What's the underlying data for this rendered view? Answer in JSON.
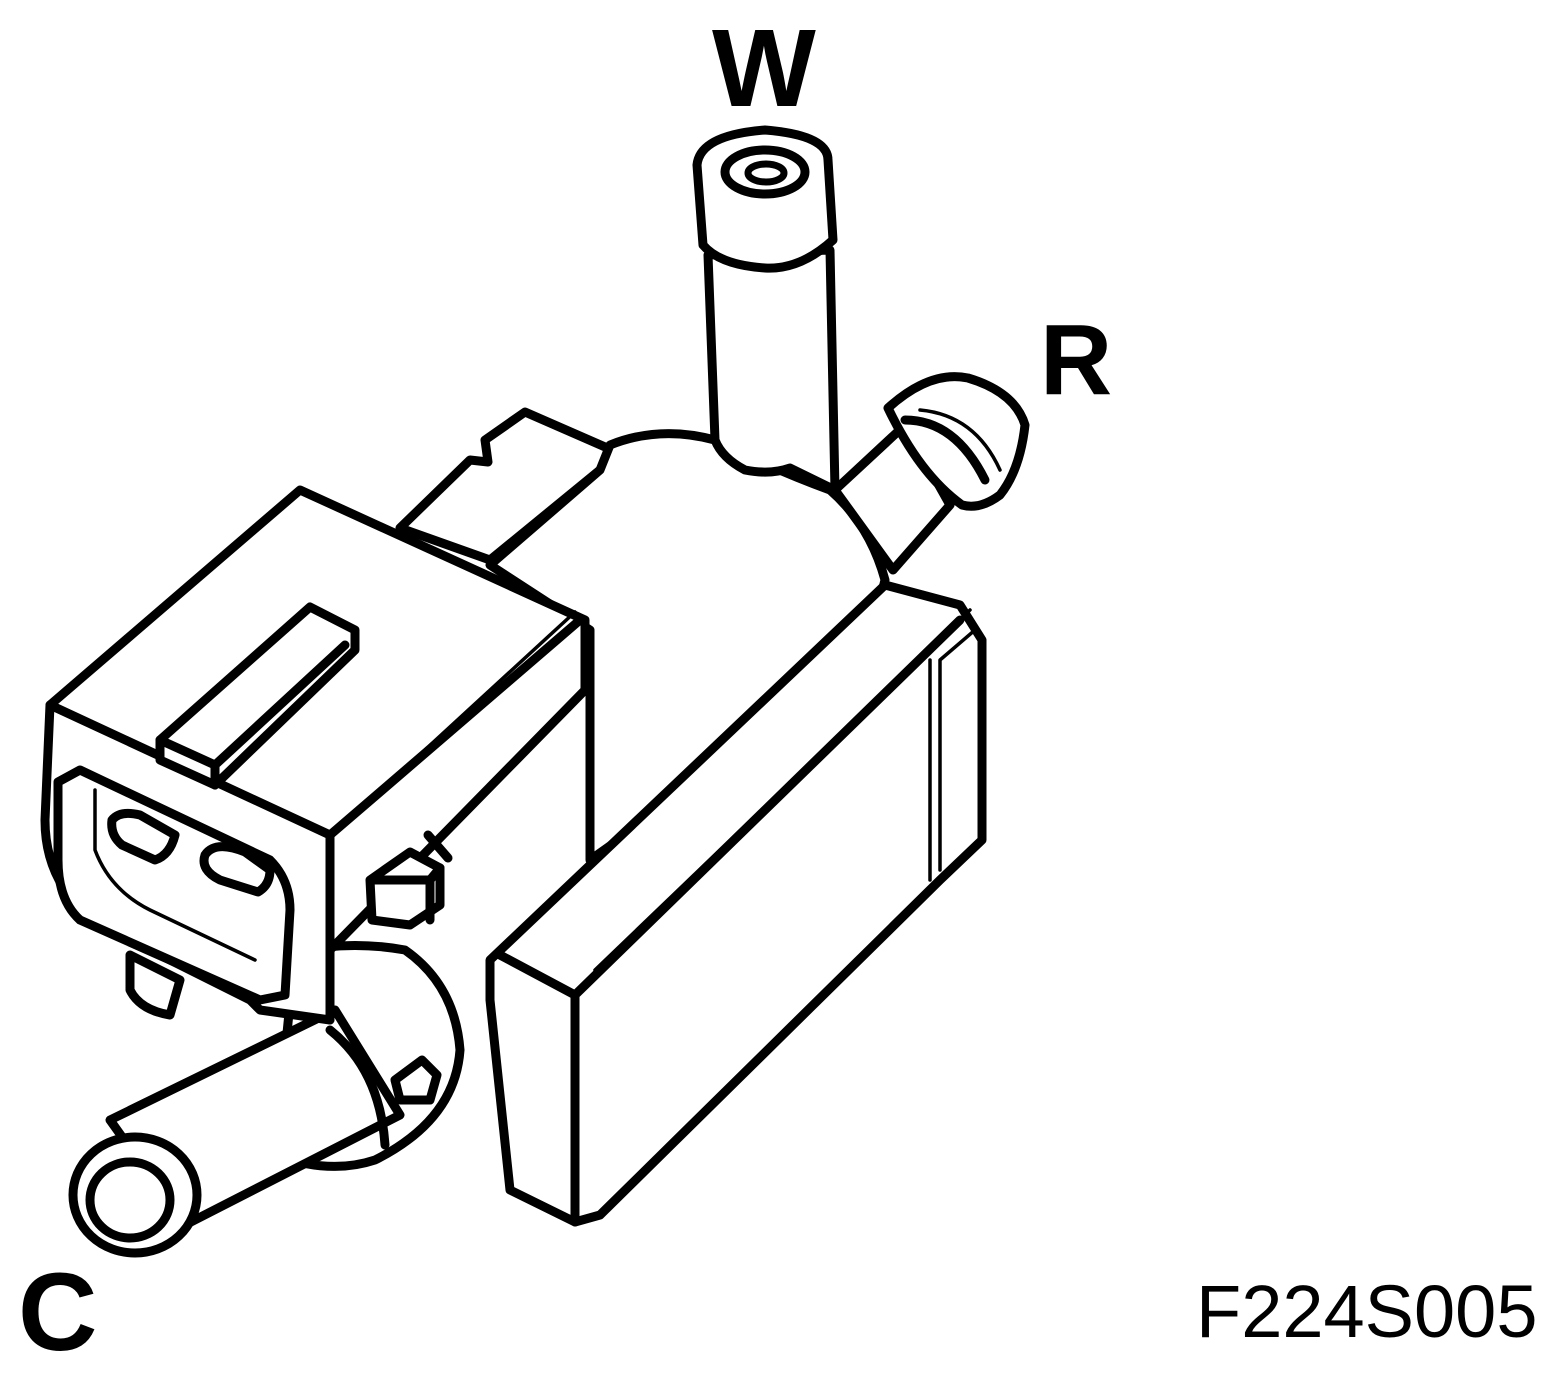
{
  "figure": {
    "code": "F224S005",
    "ports": {
      "w": "W",
      "r": "R",
      "c": "C"
    }
  },
  "colors": {
    "ink": "#000000",
    "background": "#ffffff"
  }
}
